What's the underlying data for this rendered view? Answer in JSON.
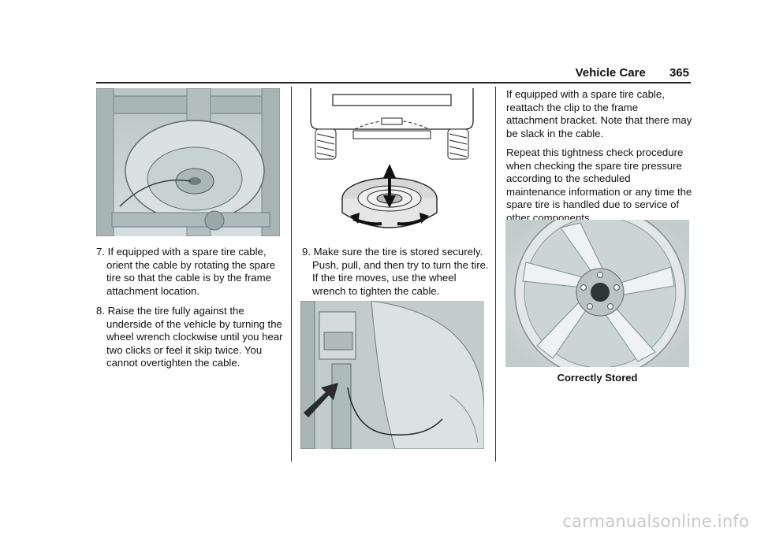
{
  "header": {
    "section": "Vehicle Care",
    "page": "365"
  },
  "column1": {
    "steps": [
      "7. If equipped with a spare tire cable, orient the cable by rotating the spare tire so that the cable is by the frame attachment location.",
      "8. Raise the tire fully against the underside of the vehicle by turning the wheel wrench clockwise until you hear two clicks or feel it skip twice. You cannot overtighten the cable."
    ]
  },
  "column2": {
    "steps": [
      "9. Make sure the tire is stored securely. Push, pull, and then try to turn the tire. If the tire moves, use the wheel wrench to tighten the cable."
    ]
  },
  "column3": {
    "paragraphs": [
      "If equipped with a spare tire cable, reattach the clip to the frame attachment bracket. Note that there may be slack in the cable.",
      "Repeat this tightness check procedure when checking the spare tire pressure according to the scheduled maintenance information or any time the spare tire is handled due to service of other components."
    ],
    "figure_caption": "Correctly Stored"
  },
  "watermark": "carmanualsonline.info"
}
